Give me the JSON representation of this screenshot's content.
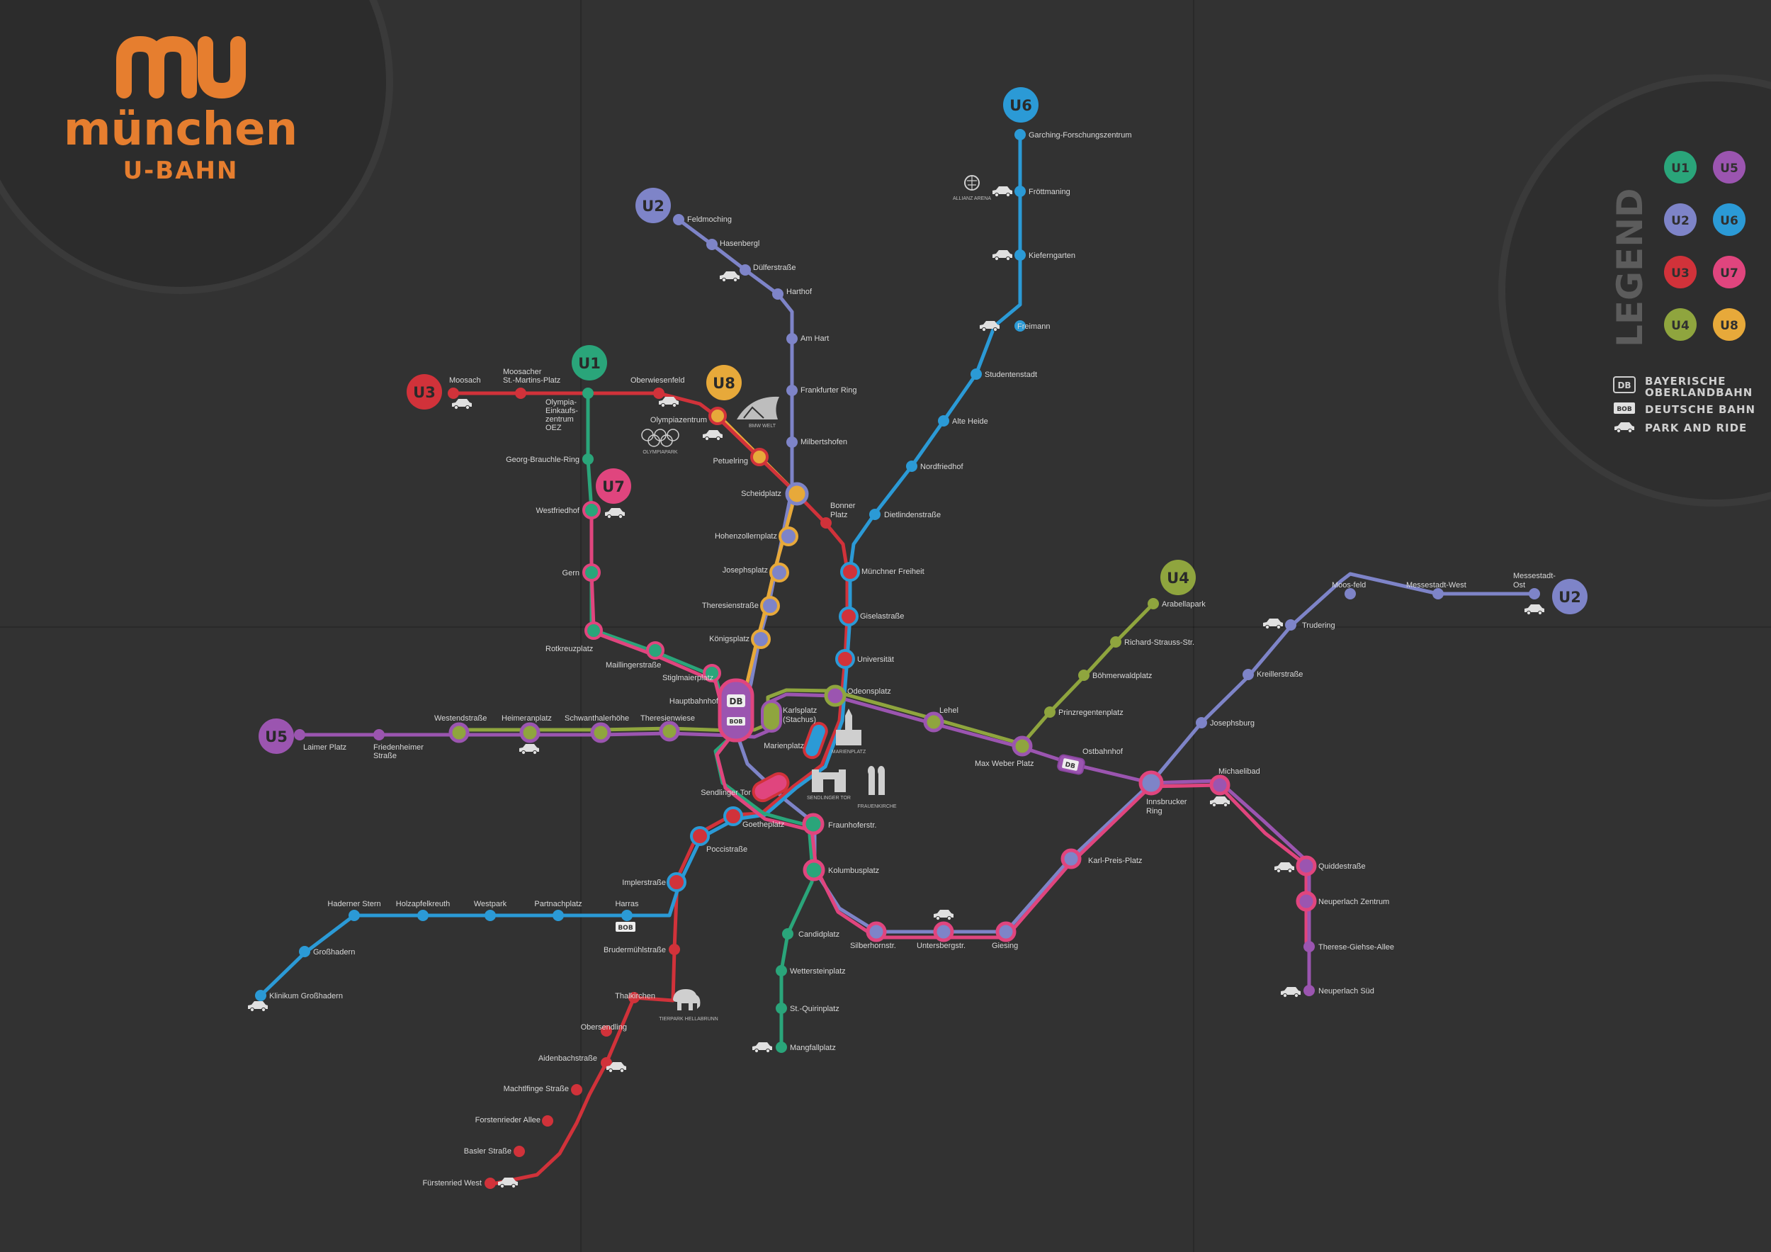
{
  "brand": {
    "logo_mark": "mu",
    "city": "münchen",
    "subtitle": "U-BAHN"
  },
  "colors": {
    "U1": "#2aa57a",
    "U2": "#7e84c8",
    "U3": "#d1323a",
    "U4": "#8fa53e",
    "U5": "#9b55b0",
    "U6": "#2b9ad6",
    "U7": "#e0457e",
    "U8": "#e7a93a",
    "accent": "#e67e2f",
    "background": "#323232"
  },
  "legend": {
    "title": "LEGEND",
    "lines": [
      "U1",
      "U5",
      "U2",
      "U6",
      "U3",
      "U7",
      "U4",
      "U8"
    ],
    "items": [
      {
        "tag": "DB",
        "label1": "BAYERISCHE",
        "label2": "OBERLANDBAHN"
      },
      {
        "tag": "BOB",
        "label1": "DEUTSCHE BAHN",
        "label2": ""
      },
      {
        "tag": "car-icon",
        "label1": "PARK AND RIDE",
        "label2": ""
      }
    ]
  },
  "landmarks": {
    "allianz": "ALLIANZ ARENA",
    "bmw": "BMW WELT",
    "olympia": "OLYMPIAPARK",
    "marienplatz": "MARIENPLATZ",
    "sendlinger": "SENDLINGER TOR",
    "frauenkirche": "FRAUENKIRCHE",
    "tierpark": "TIERPARK HELLABRUNN"
  },
  "stations": {
    "feldmoching": "Feldmoching",
    "hasenbergl": "Hasenbergl",
    "duelferstrasse": "Dülferstraße",
    "harthof": "Harthof",
    "am_hart": "Am Hart",
    "frankfurter_ring": "Frankfurter Ring",
    "milbertshofen": "Milbertshofen",
    "scheidplatz": "Scheidplatz",
    "hohenzollernplatz": "Hohenzollernplatz",
    "josephsplatz": "Josephsplatz",
    "theresienstrasse": "Theresienstraße",
    "koenigsplatz": "Königsplatz",
    "hauptbahnhof": "Hauptbahnhof",
    "sendlinger_tor": "Sendlinger Tor",
    "fraunhoferstr": "Fraunhoferstr.",
    "kolumbusplatz": "Kolumbusplatz",
    "silberhornstr": "Silberhornstr.",
    "untersbergstr": "Untersbergstr.",
    "giesing": "Giesing",
    "karl_preis_platz": "Karl-Preis-Platz",
    "innsbrucker_ring1": "Innsbrucker",
    "innsbrucker_ring2": "Ring",
    "josephsburg": "Josephsburg",
    "kreillerstrasse": "Kreillerstraße",
    "trudering": "Trudering",
    "moosfeld": "Moos-feld",
    "messestadt_west": "Messestadt-West",
    "messestadt_ost1": "Messestadt-",
    "messestadt_ost2": "Ost",
    "garching": "Garching-Forschungszentrum",
    "froettmaning": "Fröttmaning",
    "kieferngarten": "Kieferngarten",
    "freimann": "Freimann",
    "studentenstadt": "Studentenstadt",
    "alte_heide": "Alte Heide",
    "nordfriedhof": "Nordfriedhof",
    "dietlindenstrasse": "Dietlindenstraße",
    "muenchner_freiheit": "Münchner Freiheit",
    "giselastrasse": "Giselastraße",
    "universitaet": "Universität",
    "odeonsplatz": "Odeonsplatz",
    "marienplatz": "Marienplatz",
    "goetheplatz": "Goetheplatz",
    "poccistrasse": "Poccistraße",
    "implerstrasse": "Implerstraße",
    "harras": "Harras",
    "partnachplatz": "Partnachplatz",
    "westpark": "Westpark",
    "holzapfelkreuth": "Holzapfelkreuth",
    "haderner_stern": "Haderner Stern",
    "grosshadern": "Großhadern",
    "klinikum_grosshadern": "Klinikum Großhadern",
    "moosach": "Moosach",
    "moosacher_st1": "Moosacher",
    "moosacher_st2": "St.-Martins-Platz",
    "oez1": "Olympia-",
    "oez2": "Einkaufs-",
    "oez3": "zentrum",
    "oez4": "OEZ",
    "oberwiesenfeld": "Oberwiesenfeld",
    "olympiazentrum": "Olympiazentrum",
    "petuelring": "Petuelring",
    "bonner_platz1": "Bonner",
    "bonner_platz2": "Platz",
    "georg_brauchle_ring": "Georg-Brauchle-Ring",
    "westfriedhof": "Westfriedhof",
    "gern": "Gern",
    "rotkreuzplatz": "Rotkreuzplatz",
    "maillingerstrasse": "Maillingerstraße",
    "stiglmaierplatz": "Stiglmaierplatz",
    "karlsplatz1": "Karlsplatz",
    "karlsplatz2": "(Stachus)",
    "laimer_platz": "Laimer Platz",
    "friedenheimer1": "Friedenheimer",
    "friedenheimer2": "Straße",
    "westendstrasse": "Westendstraße",
    "heimeranplatz": "Heimeranplatz",
    "schwanthalerhoehe": "Schwanthalerhöhe",
    "theresienwiese": "Theresienwiese",
    "lehel": "Lehel",
    "max_weber_platz": "Max Weber Platz",
    "ostbahnhof": "Ostbahnhof",
    "prinzregentenplatz": "Prinzregentenplatz",
    "boehmerwaldplatz": "Böhmerwaldplatz",
    "richard_strauss": "Richard-Strauss-Str.",
    "arabellapark": "Arabellapark",
    "michaelibad": "Michaelibad",
    "quiddestrasse": "Quiddestraße",
    "neuperlach_zentrum": "Neuperlach Zentrum",
    "therese_giehse": "Therese-Giehse-Allee",
    "neuperlach_sued": "Neuperlach Süd",
    "candidplatz": "Candidplatz",
    "wettersteinplatz": "Wettersteinplatz",
    "st_quirin": "St.-Quirinplatz",
    "mangfallplatz": "Mangfallplatz",
    "brudermuehl": "Brudermühlstraße",
    "thalkirchen": "Thalkirchen",
    "obersendling": "Obersendling",
    "aidenbach": "Aidenbachstraße",
    "machtlfinger": "Machtlfinge Straße",
    "forstenrieder": "Forstenrieder Allee",
    "basler": "Basler Straße",
    "fuerstenried": "Fürstenried West"
  }
}
